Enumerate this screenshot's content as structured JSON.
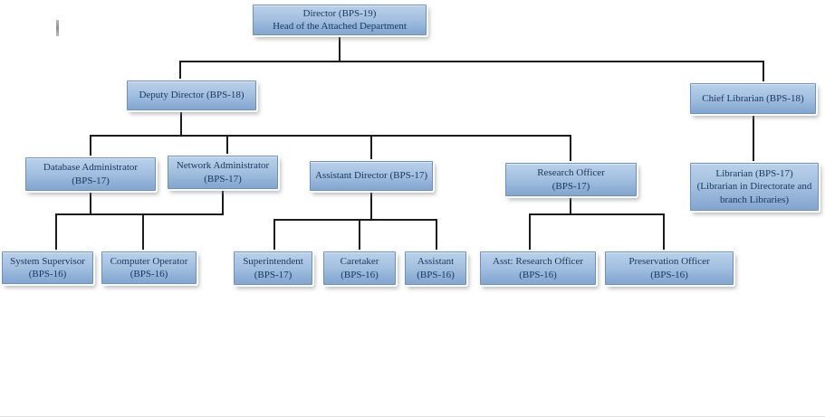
{
  "diagram": {
    "type": "organizational-chart",
    "title": "Attached Department organogram (no on-screen title)",
    "colors": {
      "box_fill_top": "#bad0ea",
      "box_fill_bottom": "#83a5cf",
      "box_border": "#6b91bf",
      "box_glow": "#fbfbfb",
      "text": "#17375e",
      "connector": "#1c1c1c",
      "background": "#ffffff",
      "text_cursor": "#9a9a9a"
    },
    "icons": {
      "text_cursor": "vertical-bar-caret"
    },
    "nodes": {
      "director": {
        "line1": "Director (BPS-19)",
        "line2": "Head of the Attached Department"
      },
      "deputy_director": {
        "line1": "Deputy Director (BPS-18)"
      },
      "chief_librarian": {
        "line1": "Chief Librarian (BPS-18)"
      },
      "database_administrator": {
        "line1": "Database Administrator",
        "line2": "(BPS-17)"
      },
      "network_administrator": {
        "line1": "Network Administrator",
        "line2": "(BPS-17)"
      },
      "assistant_director": {
        "line1": "Assistant Director (BPS-17)"
      },
      "research_officer": {
        "line1": "Research Officer",
        "line2": "(BPS-17)"
      },
      "librarian": {
        "line1": "Librarian (BPS-17)",
        "line2": "(Librarian in Directorate and",
        "line3": "branch Libraries)"
      },
      "system_supervisor": {
        "line1": "System Supervisor",
        "line2": "(BPS-16)"
      },
      "computer_operator": {
        "line1": "Computer Operator",
        "line2": "(BPS-16)"
      },
      "superintendent": {
        "line1": "Superintendent",
        "line2": "(BPS-17)"
      },
      "caretaker": {
        "line1": "Caretaker",
        "line2": "(BPS-16)"
      },
      "assistant": {
        "line1": "Assistant",
        "line2": "(BPS-16)"
      },
      "asst_research_officer": {
        "line1": "Asst: Research Officer",
        "line2": "(BPS-16)"
      },
      "preservation_officer": {
        "line1": "Preservation Officer",
        "line2": "(BPS-16)"
      }
    },
    "edges": [
      [
        "director",
        "deputy_director"
      ],
      [
        "director",
        "chief_librarian"
      ],
      [
        "deputy_director",
        "database_administrator"
      ],
      [
        "deputy_director",
        "network_administrator"
      ],
      [
        "deputy_director",
        "assistant_director"
      ],
      [
        "deputy_director",
        "research_officer"
      ],
      [
        "chief_librarian",
        "librarian"
      ],
      [
        "database_administrator",
        "system_supervisor"
      ],
      [
        "network_administrator",
        "computer_operator"
      ],
      [
        "assistant_director",
        "superintendent"
      ],
      [
        "assistant_director",
        "caretaker"
      ],
      [
        "assistant_director",
        "assistant"
      ],
      [
        "research_officer",
        "asst_research_officer"
      ],
      [
        "research_officer",
        "preservation_officer"
      ]
    ]
  }
}
